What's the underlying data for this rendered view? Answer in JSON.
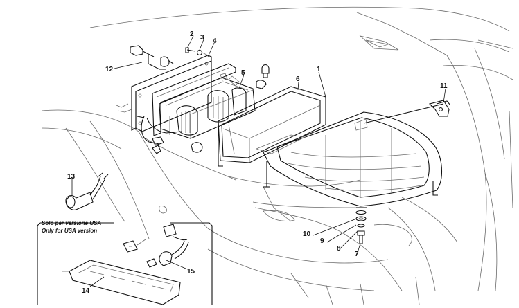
{
  "callouts": {
    "c1": "1",
    "c2": "2",
    "c3": "3",
    "c4": "4",
    "c5": "5",
    "c6": "6",
    "c7": "7",
    "c8": "8",
    "c9": "9",
    "c10": "10",
    "c11": "11",
    "c12": "12",
    "c13": "13",
    "c14": "14",
    "c15": "15"
  },
  "inset": {
    "note_it": "Solo per versione USA",
    "note_en": "Only for USA version"
  }
}
